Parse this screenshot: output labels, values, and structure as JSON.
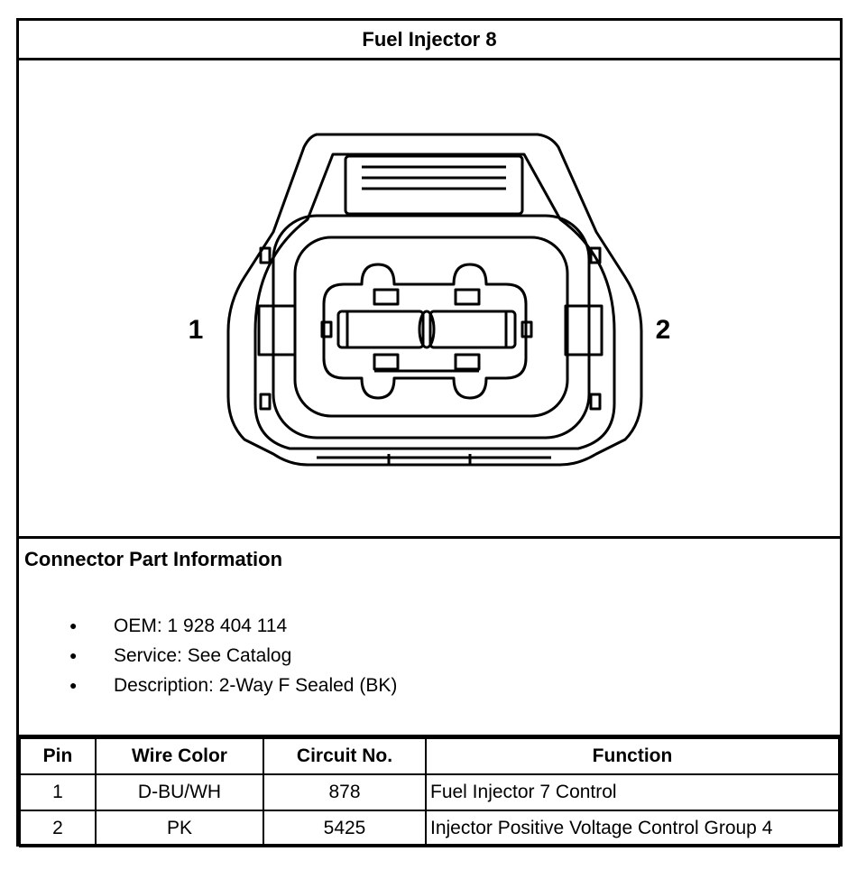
{
  "title": "Fuel Injector 8",
  "diagram": {
    "pin_left_label": "1",
    "pin_right_label": "2"
  },
  "part_info": {
    "heading": "Connector Part Information",
    "items": [
      "OEM: 1 928 404 114",
      "Service: See Catalog",
      "Description: 2-Way F Sealed (BK)"
    ]
  },
  "pin_table": {
    "headers": [
      "Pin",
      "Wire Color",
      "Circuit No.",
      "Function"
    ],
    "rows": [
      [
        "1",
        "D-BU/WH",
        "878",
        "Fuel Injector 7 Control"
      ],
      [
        "2",
        "PK",
        "5425",
        "Injector Positive Voltage Control Group 4"
      ]
    ]
  }
}
